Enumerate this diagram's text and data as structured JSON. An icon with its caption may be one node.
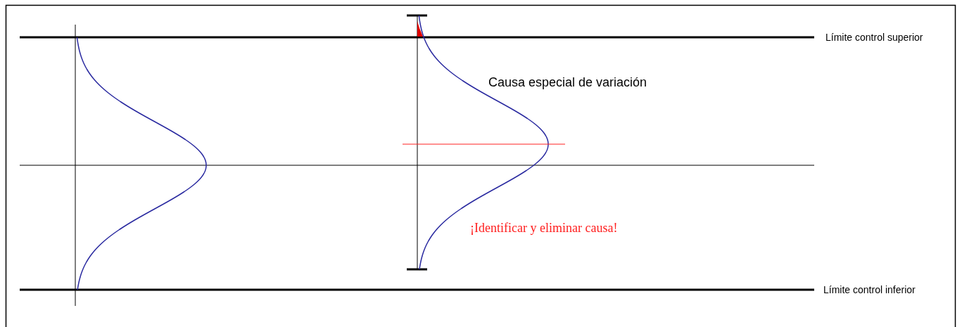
{
  "diagram": {
    "labels": [
      "Límite control superior",
      "Causa especial de variación",
      "¡Identificar y eliminar causa!",
      "Límite control inferior"
    ]
  }
}
